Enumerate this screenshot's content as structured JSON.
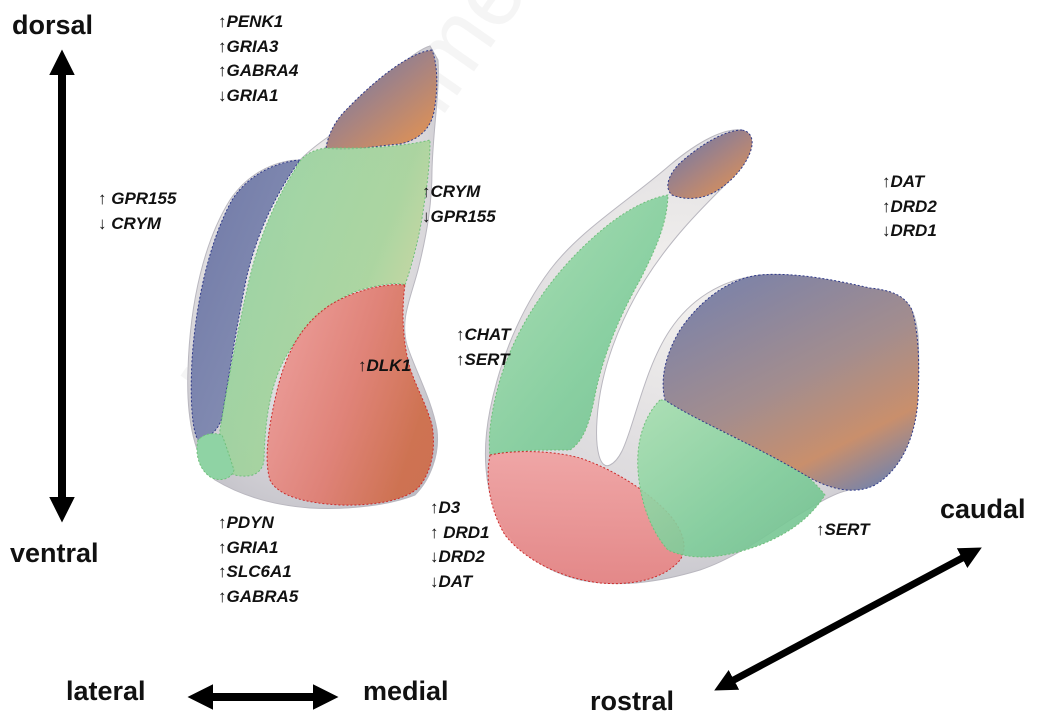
{
  "axes": {
    "dorsal": "dorsal",
    "ventral": "ventral",
    "lateral": "lateral",
    "medial": "medial",
    "caudal": "caudal",
    "rostral": "rostral"
  },
  "labels": {
    "dorsal_left": [
      "↑PENK1",
      "↑GRIA3",
      "↑GABRA4",
      "↓GRIA1"
    ],
    "lateral_left": [
      "↑ GPR155",
      "↓ CRYM"
    ],
    "medial_left": [
      "↑CRYM",
      "↓GPR155"
    ],
    "center_left": [
      "↑DLK1"
    ],
    "ventral_left": [
      "↑PDYN",
      "↑GRIA1",
      "↑SLC6A1",
      "↑GABRA5"
    ],
    "middle": [
      "↑CHAT",
      "↑SERT"
    ],
    "ventral_right": [
      "↑D3",
      "↑ DRD1",
      "↓DRD2",
      "↓DAT"
    ],
    "top_right": [
      "↑DAT",
      "↑DRD2",
      "↓DRD1"
    ],
    "bottom_right": [
      "↑SERT"
    ]
  },
  "watermark": "Non-commercial",
  "colors": {
    "green_region": "#8fd6a4",
    "red_region": "#e8787a",
    "blue_region": "#6f7aa6",
    "arrow": "#000000"
  }
}
